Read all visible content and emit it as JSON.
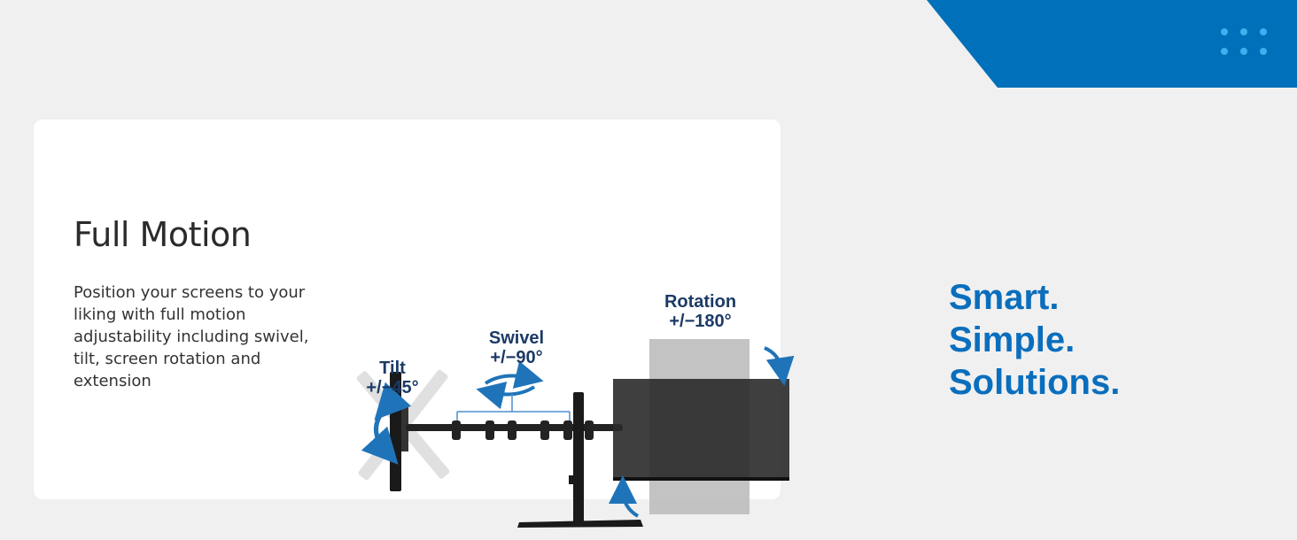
{
  "card": {
    "title": "Full Motion",
    "description": "Position your screens to your liking with full motion adjustability including swivel, tilt, screen rotation and extension"
  },
  "diagram": {
    "tilt": {
      "name": "Tilt",
      "value": "+/−45°"
    },
    "swivel": {
      "name": "Swivel",
      "value": "+/−90°"
    },
    "rotation": {
      "name": "Rotation",
      "value": "+/−180°"
    }
  },
  "tagline": {
    "line1": "Smart.",
    "line2": "Simple.",
    "line3": "Solutions."
  },
  "colors": {
    "brand_blue": "#0070bb",
    "label_navy": "#1c3a66",
    "accent_dots": "#3fb0ef"
  }
}
